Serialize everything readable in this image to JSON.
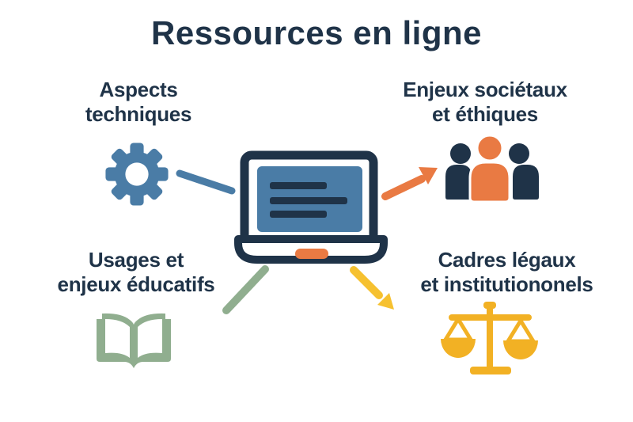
{
  "title": "Ressources en ligne",
  "colors": {
    "background": "#ffffff",
    "navy": "#1f3348",
    "blue": "#4a7ca6",
    "orange": "#e97a43",
    "green": "#90ae8f",
    "yellow": "#f2b124",
    "yellow_arrow": "#f6c130"
  },
  "center": {
    "icon": "laptop-icon"
  },
  "nodes": {
    "technical": {
      "label_line1": "Aspects",
      "label_line2": "techniques",
      "icon": "gear-icon",
      "accent": "#4a7ca6",
      "connector": "plain-line"
    },
    "societal": {
      "label_line1": "Enjeux sociétaux",
      "label_line2": "et éthiques",
      "icon": "people-group-icon",
      "accent": "#e97a43",
      "connector": "arrow"
    },
    "educational": {
      "label_line1": "Usages et",
      "label_line2": "enjeux éducatifs",
      "icon": "open-book-icon",
      "accent": "#90ae8f",
      "connector": "plain-line"
    },
    "legal": {
      "label_line1": "Cadres légaux",
      "label_line2": "et institutiononels",
      "icon": "scales-of-justice-icon",
      "accent": "#f2b124",
      "connector": "arrow"
    }
  }
}
